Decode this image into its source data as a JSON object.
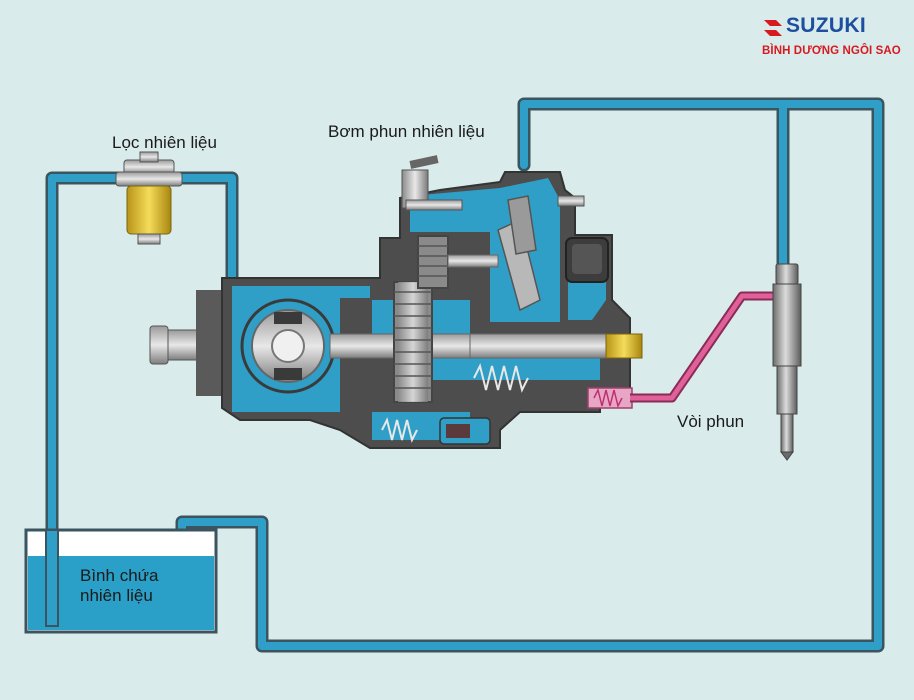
{
  "labels": {
    "filter": "Lọc nhiên liệu",
    "pump": "Bơm phun nhiên liệu",
    "injector": "Vòi phun",
    "tank_line1": "Bình chứa",
    "tank_line2": "nhiên liệu"
  },
  "logo": {
    "brand": "SUZUKI",
    "dealer": "BÌNH DƯƠNG NGÔI SAO"
  },
  "colors": {
    "background": "#d9ebea",
    "fuel_line": "#2f9fc8",
    "pipe_outline": "#3a5560",
    "pump_body": "#4d4d4d",
    "high_pressure_line": "#e0609a",
    "filter_cartridge": "#e5c320",
    "brand_blue": "#1d4ea0",
    "brand_red": "#d71920"
  }
}
